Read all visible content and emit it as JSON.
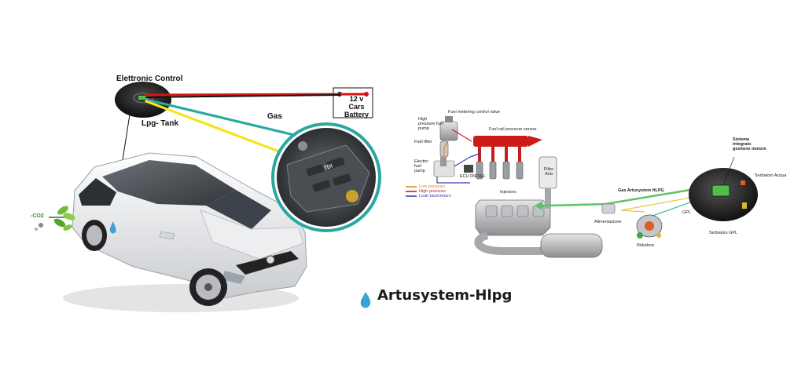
{
  "left_diagram": {
    "electronic_control": "Elettronic Control",
    "lpg_tank": "Lpg- Tank",
    "gas": "Gas",
    "battery_line1": "12 v",
    "battery_line2": "Cars",
    "battery_line3": "Battery",
    "co2": "-CO2",
    "engine_badge": "TDI"
  },
  "right_diagram": {
    "high_pressure_fuel_pump": "High pressure fuel pump",
    "fuel_metering_control_valve": "Fuel metering control valve",
    "fuel_rail_pressure_sensor": "Fuel rail pressure sensor",
    "fuel_filter": "Fuel filter",
    "electric_fuel_pump": "Electric fuel pump",
    "ecu_diesel": "ECU DIESEL",
    "legend": [
      "Low pressure",
      "High pressure",
      "Leak back/return"
    ],
    "injectors": "Injectors",
    "filtro_aria": "Filtro Aria",
    "gas_artusystem": "Gas Artusystem HLPG",
    "alimentazione": "Alimentazione",
    "riduttore": "Riduttore",
    "sistema_integrato": "Sistema integrato gestione motore",
    "serbatoio_acqua": "Serbatoio Acqua",
    "gpl": "GPL",
    "serbatoio_gpl": "Serbatoio GPL"
  },
  "brand": {
    "name": "Artusystem-Hlpg",
    "icon": "water-drop-icon"
  },
  "colors": {
    "red_wire": "#d41414",
    "teal_wire": "#2aa8a0",
    "yellow_wire": "#f2e51c",
    "low_pressure": "#e08a1a",
    "high_pressure": "#cc1b1b",
    "leak_back": "#3a3fb5",
    "green_pipe": "#5fc26a",
    "drop_blue": "#3aa3d6"
  }
}
